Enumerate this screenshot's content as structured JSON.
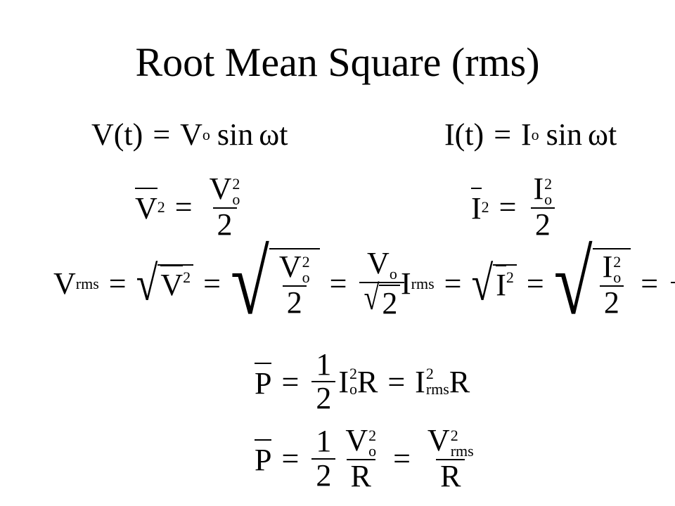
{
  "slide": {
    "title": "Root Mean Square (rms)"
  },
  "symbols": {
    "V": "V",
    "I": "I",
    "P": "P",
    "R": "R",
    "t": "t",
    "o": "o",
    "rms": "rms",
    "two": "2",
    "one": "1",
    "sup2": "2",
    "equals": "=",
    "sin": "sin",
    "omega_t": "ωt",
    "paren_t": "(t)",
    "sqrt": "√"
  }
}
